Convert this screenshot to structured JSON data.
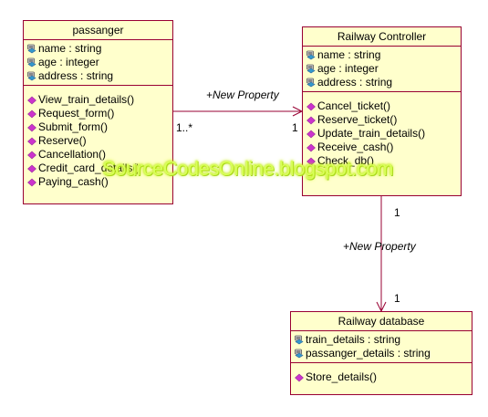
{
  "classes": {
    "passanger": {
      "name": "passanger",
      "attributes": [
        "name : string",
        "age : integer",
        "address : string"
      ],
      "operations": [
        "View_train_details()",
        "Request_form()",
        "Submit_form()",
        "Reserve()",
        "Cancellation()",
        "Credit_card_details()",
        "Paying_cash()"
      ]
    },
    "controller": {
      "name": "Railway Controller",
      "attributes": [
        "name : string",
        "age : integer",
        "address : string"
      ],
      "operations": [
        "Cancel_ticket()",
        "Reserve_ticket()",
        "Update_train_details()",
        "Receive_cash()",
        "Check_db()"
      ]
    },
    "database": {
      "name": "Railway database",
      "attributes": [
        "train_details : string",
        "passanger_details : string"
      ],
      "operations": [
        "Store_details()"
      ]
    }
  },
  "associations": {
    "a1": {
      "label": "+New Property",
      "source_mult": "1..*",
      "target_mult": "1"
    },
    "a2": {
      "label": "+New Property",
      "source_mult": "1",
      "target_mult": "1"
    }
  },
  "watermark": "SourceCodesOnline.blogspot.com",
  "colors": {
    "box_fill": "#ffffcc",
    "box_border": "#990033",
    "operation_icon": "#cc33cc",
    "attribute_icon": "#3399cc"
  },
  "icons": {
    "attribute": "attribute-icon",
    "operation": "operation-icon"
  }
}
